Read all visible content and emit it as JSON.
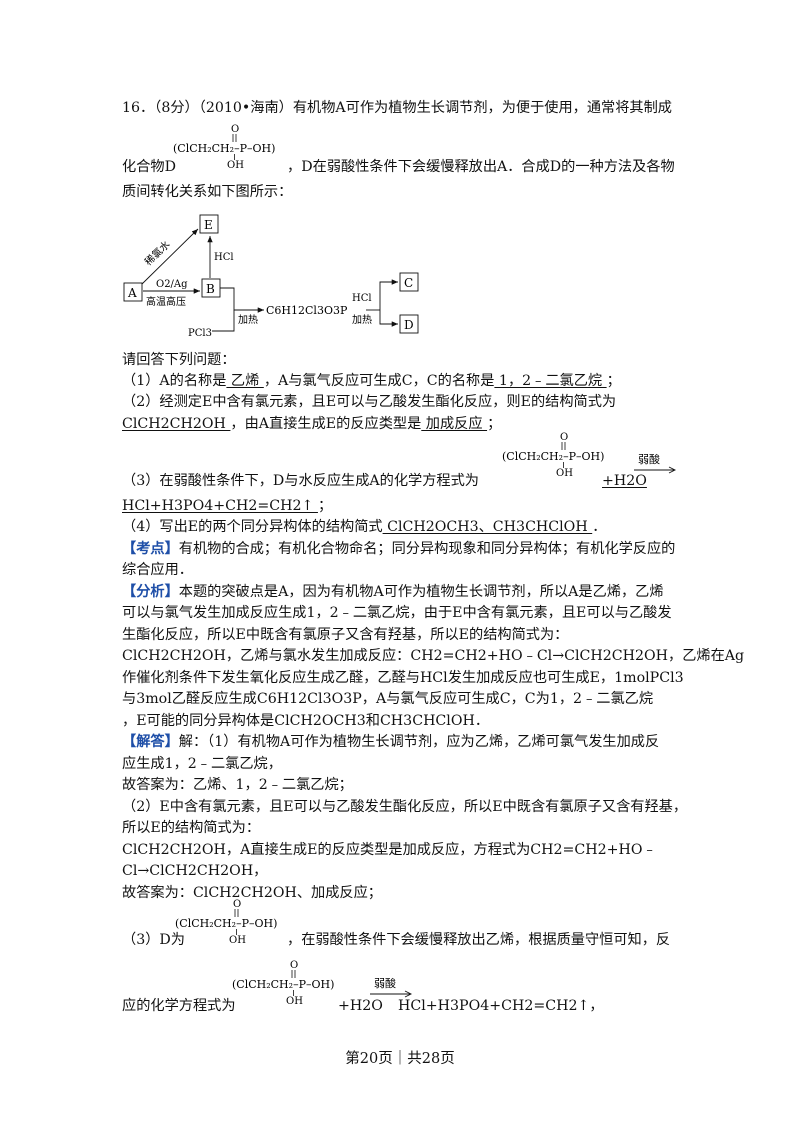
{
  "question": {
    "header": "16．（8分）（2010•海南）有机物A可作为植物生长调节剂，为便于使用，通常将其制成",
    "line2_pre": "化合物D",
    "line2_post": "，D在弱酸性条件下会缓慢释放出A．合成D的一种方法及各物",
    "line3": "质间转化关系如下图所示："
  },
  "structure": {
    "formula": "(ClCH₂CH₂–P–OH)",
    "oxygen": "O",
    "hydroxyl": "OH"
  },
  "scheme": {
    "node_a": "A",
    "node_b": "B",
    "node_c": "C",
    "node_d": "D",
    "node_e": "E",
    "reagent_dilute_chlorine_water": "稀氯水",
    "reagent_hcl_up": "HCl",
    "reagent_o2_ag": "O2/Ag",
    "condition_high_temp_pressure": "高温高压",
    "reagent_pcl3": "PCl3",
    "condition_heat": "加热",
    "intermediate": "C6H12Cl3O3P",
    "reagent_hcl_right": "HCl",
    "condition_heat_2": "加热"
  },
  "prompt": "请回答下列问题：",
  "q1": {
    "p1": "（1）A的名称是",
    "a1": "  乙烯  ",
    "p2": "，A与氯气反应可生成C，C的名称是",
    "a2": "  1，2﹣二氯乙烷  ",
    "p3": "；"
  },
  "q2": {
    "line1": "（2）经测定E中含有氯元素，且E可以与乙酸发生酯化反应，则E的结构简式为",
    "a1": "ClCH2CH2OH  ",
    "p2": "，由A直接生成E的反应类型是",
    "a2": "  加成反应  ",
    "p3": "；"
  },
  "q3": {
    "p1": "（3）在弱酸性条件下，D与水反应生成A的化学方程式为",
    "h2o": "+H2O",
    "weak_acid": "弱酸",
    "answer": "HCl+H3PO4+CH2=CH2↑  ",
    "end": "；"
  },
  "q4": {
    "p1": "（4）写出E的两个同分异构体的结构简式",
    "answer": "  ClCH2OCH3、CH3CHClOH  ",
    "end": "．"
  },
  "kaodian": {
    "tag": "【考点】",
    "line1": "有机物的合成；有机化合物命名；同分异构现象和同分异构体；有机化学反应的",
    "line2": "综合应用．"
  },
  "fenxi": {
    "tag": "【分析】",
    "line1": "本题的突破点是A，因为有机物A可作为植物生长调节剂，所以A是乙烯，乙烯",
    "line2": "可以与氯气发生加成反应生成1，2﹣二氯乙烷，由于E中含有氯元素，且E可以与乙酸发",
    "line3": "生酯化反应，所以E中既含有氯原子又含有羟基，所以E的结构简式为：",
    "line4": "ClCH2CH2OH，乙烯与氯水发生加成反应：CH2=CH2+HO﹣Cl→ClCH2CH2OH，乙烯在Ag",
    "line5": "作催化剂条件下发生氧化反应生成乙醛，乙醛与HCl发生加成反应也可生成E，1molPCl3",
    "line6": "与3mol乙醛反应生成C6H12Cl3O3P，A与氯气反应可生成C，C为1，2﹣二氯乙烷",
    "line7": "，E可能的同分异构体是ClCH2OCH3和CH3CHClOH．"
  },
  "jieda": {
    "tag": "【解答】",
    "line1": "解：（1）有机物A可作为植物生长调节剂，应为乙烯，乙烯可氯气发生加成反",
    "line2": "应生成1，2﹣二氯乙烷，",
    "line3": "故答案为：乙烯、1，2﹣二氯乙烷；",
    "line4": "（2）E中含有氯元素，且E可以与乙酸发生酯化反应，所以E中既含有氯原子又含有羟基，",
    "line5": "所以E的结构简式为：",
    "line6": "ClCH2CH2OH，A直接生成E的反应类型是加成反应，方程式为CH2=CH2+HO﹣",
    "line7": "Cl→ClCH2CH2OH，",
    "line8": "故答案为：ClCH2CH2OH、加成反应；",
    "line9_pre": "（3）D为",
    "line9_post": "，在弱酸性条件下会缓慢释放出乙烯，根据质量守恒可知，反",
    "line10_pre": "应的化学方程式为",
    "line10_h2o": "+H2O",
    "line10_acid": "弱酸",
    "line10_post": "HCl+H3PO4+CH2=CH2↑，"
  },
  "footer": "第20页｜共28页"
}
